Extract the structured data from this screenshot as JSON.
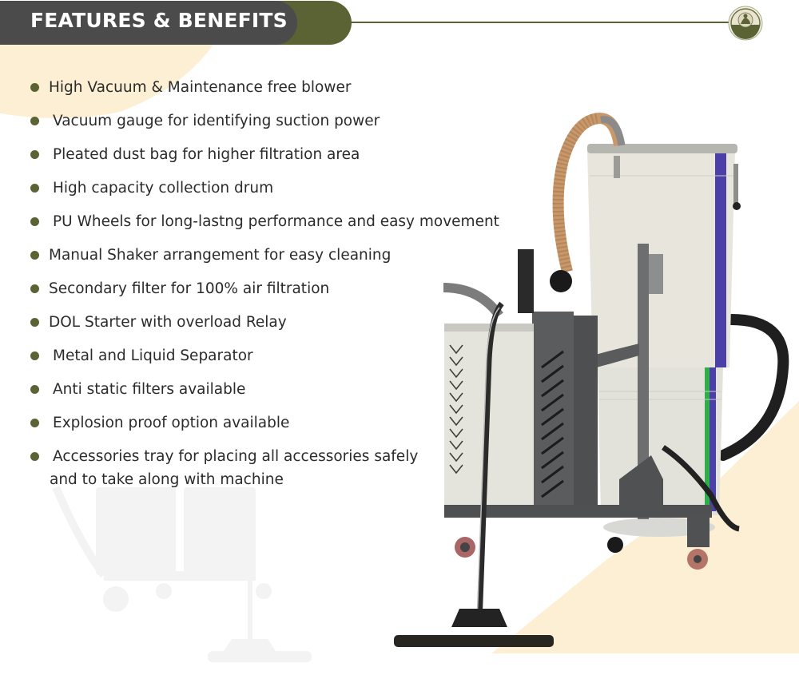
{
  "header": {
    "title": "FEATURES & BENEFITS",
    "colors": {
      "dark_band": "#4a4b4a",
      "olive_accent": "#5b6234",
      "cream": "#fdefd3"
    },
    "logo_icon": "company-seal-logo"
  },
  "features": {
    "bullet_color": "#5b6234",
    "items": [
      {
        "label": "High Vacuum & Maintenance free blower"
      },
      {
        "label": "Vacuum gauge for identifying suction power"
      },
      {
        "label": "Pleated dust bag for higher filtration area"
      },
      {
        "label": "High capacity collection drum"
      },
      {
        "label": "PU Wheels for long-lastng performance and easy movement"
      },
      {
        "label": "Manual Shaker arrangement for easy cleaning"
      },
      {
        "label": "Secondary filter for 100% air filtration"
      },
      {
        "label": "DOL Starter with overload Relay"
      },
      {
        "label": "Metal and Liquid Separator"
      },
      {
        "label": "Anti static filters available"
      },
      {
        "label": "Explosion proof option available"
      },
      {
        "label": "Accessories tray for placing all accessories safely"
      }
    ],
    "continuation": "and to take along with machine"
  },
  "product_image": {
    "subject": "industrial-vacuum-cleaner",
    "colors": {
      "drum": "#e9e7de",
      "frame": "#5a5b5d",
      "stripe_blue": "#4b3fa8",
      "stripe_green": "#2fae4a",
      "hose_orange": "#c9986a",
      "hose_black": "#222222"
    }
  }
}
